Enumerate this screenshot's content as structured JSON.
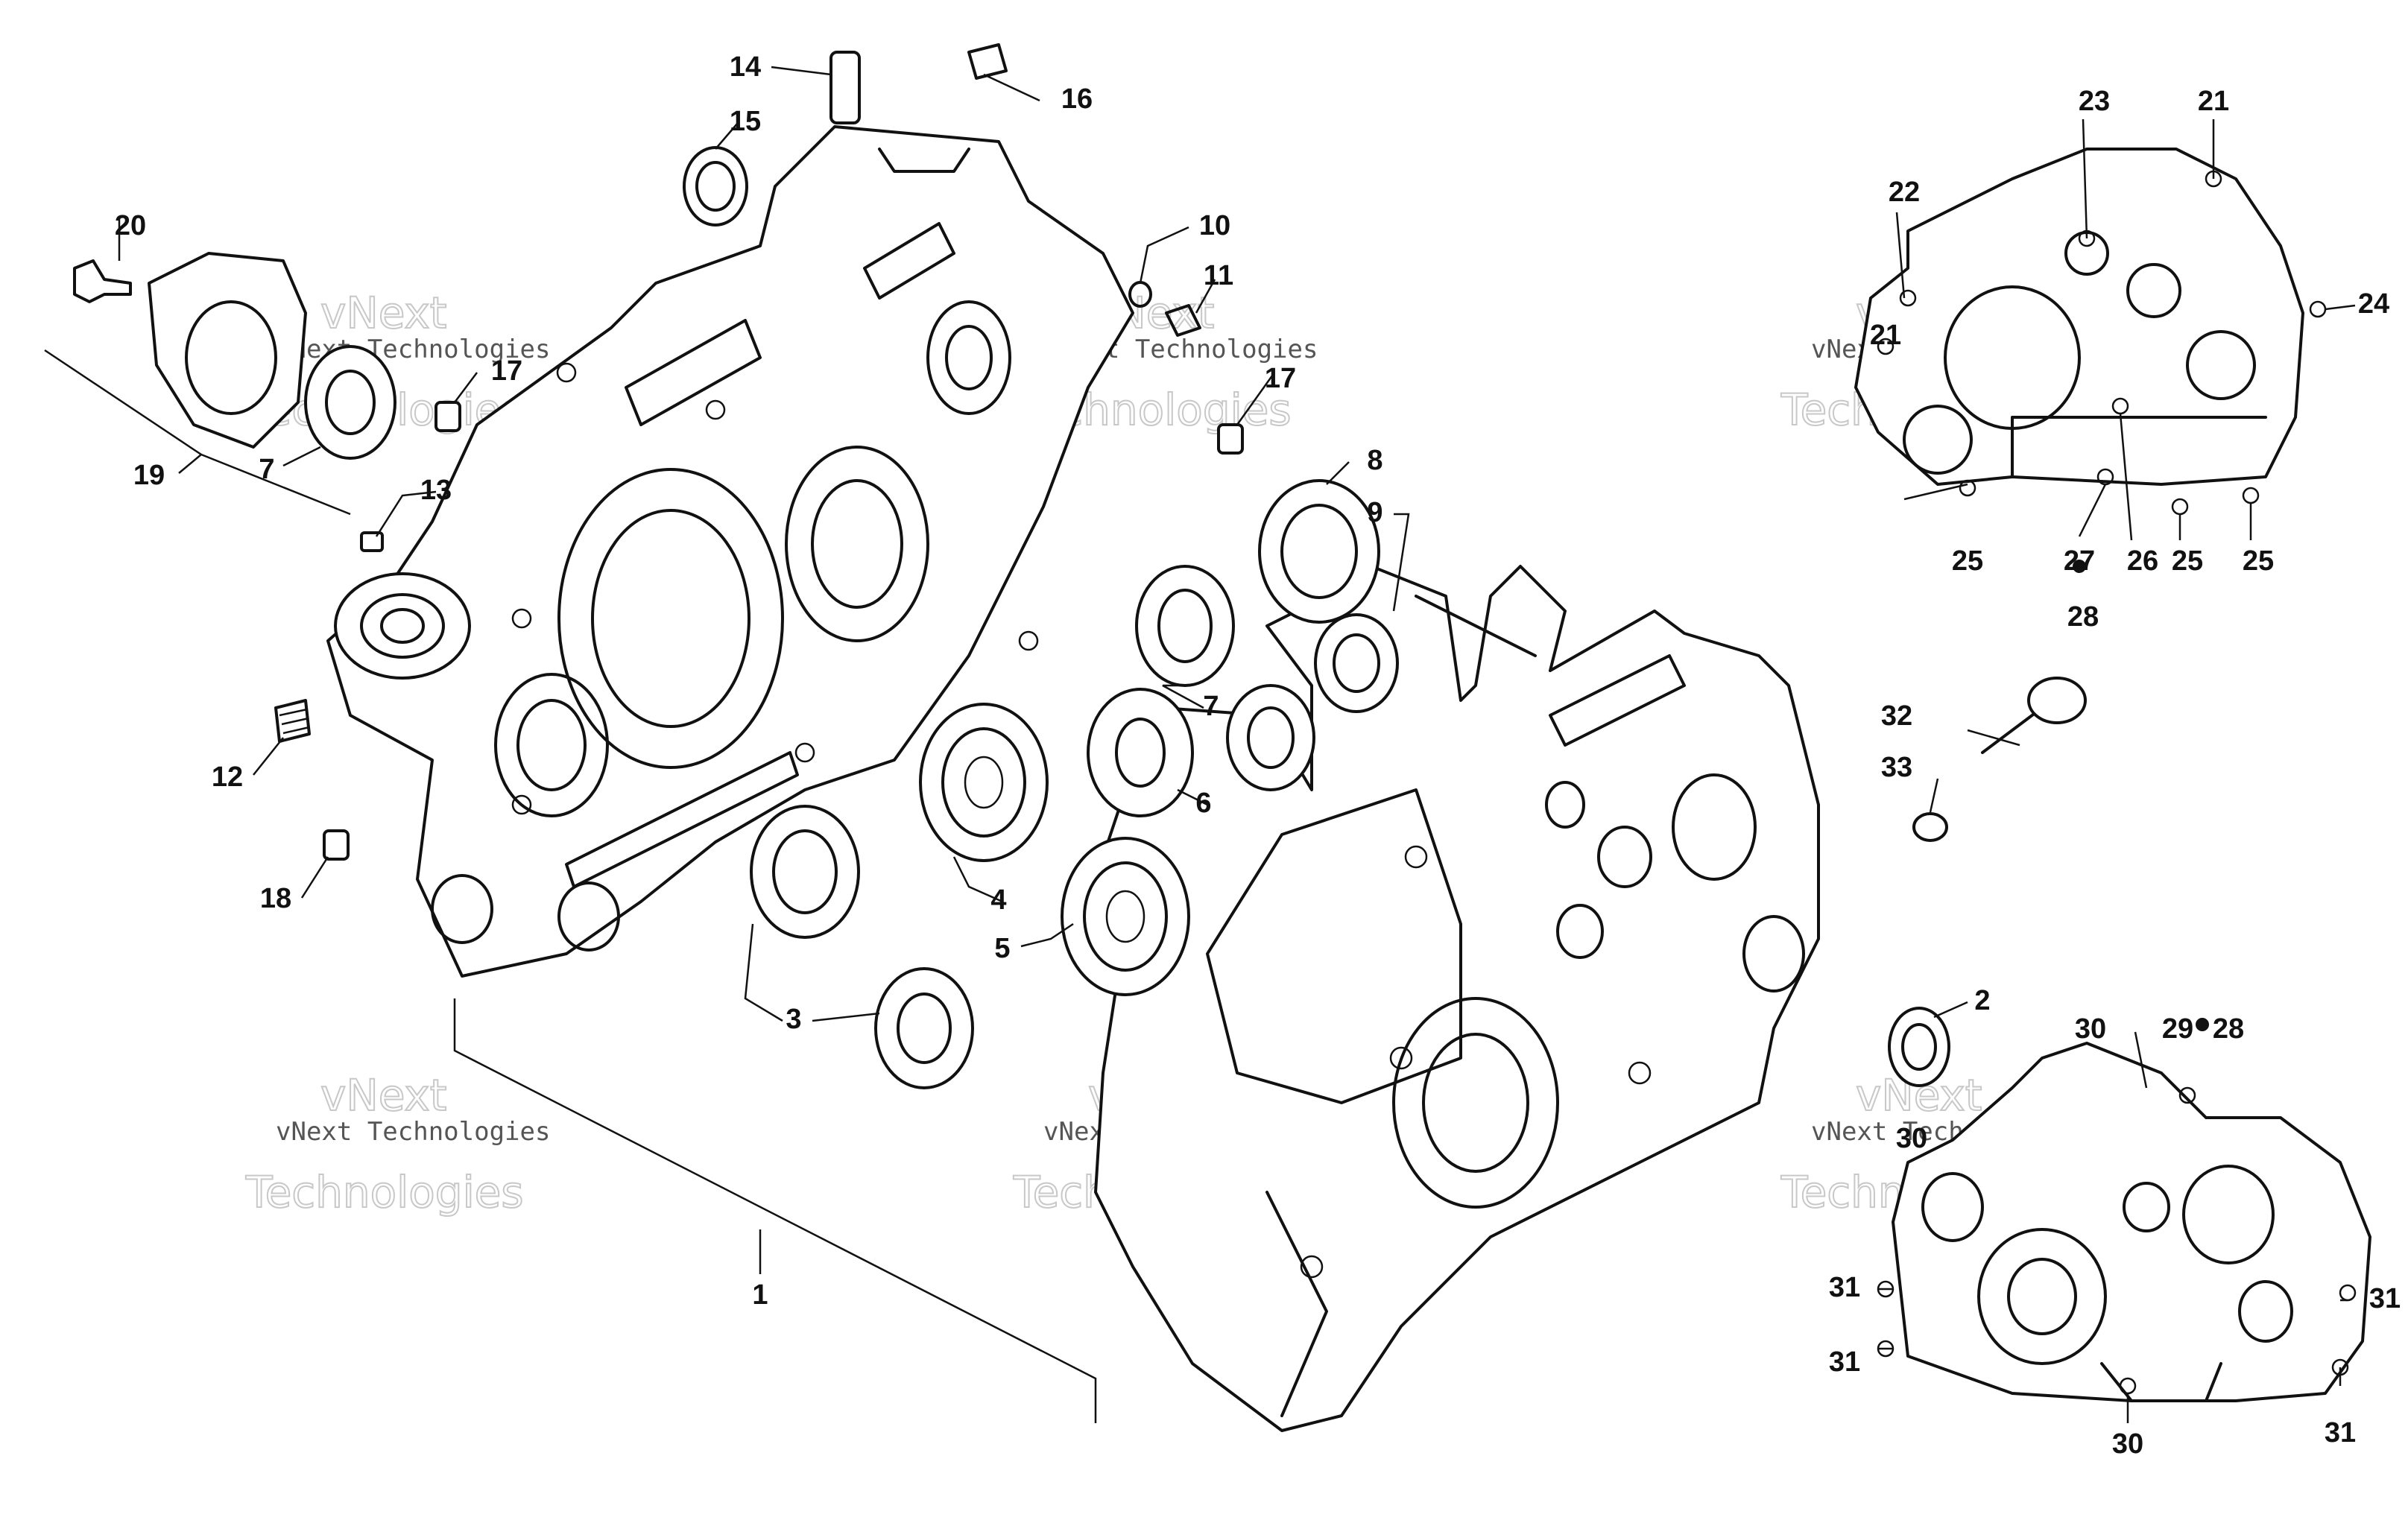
{
  "callouts": [
    {
      "id": "14",
      "label": "14"
    },
    {
      "id": "16",
      "label": "16"
    },
    {
      "id": "15",
      "label": "15"
    },
    {
      "id": "20",
      "label": "20"
    },
    {
      "id": "10",
      "label": "10"
    },
    {
      "id": "11",
      "label": "11"
    },
    {
      "id": "17a",
      "label": "17"
    },
    {
      "id": "17b",
      "label": "17"
    },
    {
      "id": "19",
      "label": "19"
    },
    {
      "id": "7a",
      "label": "7"
    },
    {
      "id": "13",
      "label": "13"
    },
    {
      "id": "8",
      "label": "8"
    },
    {
      "id": "9",
      "label": "9"
    },
    {
      "id": "12",
      "label": "12"
    },
    {
      "id": "7b",
      "label": "7"
    },
    {
      "id": "6",
      "label": "6"
    },
    {
      "id": "18",
      "label": "18"
    },
    {
      "id": "4",
      "label": "4"
    },
    {
      "id": "5",
      "label": "5"
    },
    {
      "id": "3",
      "label": "3"
    },
    {
      "id": "1",
      "label": "1"
    },
    {
      "id": "2",
      "label": "2"
    },
    {
      "id": "32",
      "label": "32"
    },
    {
      "id": "33",
      "label": "33"
    },
    {
      "id": "23",
      "label": "23"
    },
    {
      "id": "21a",
      "label": "21"
    },
    {
      "id": "22",
      "label": "22"
    },
    {
      "id": "24",
      "label": "24"
    },
    {
      "id": "21b",
      "label": "21"
    },
    {
      "id": "25a",
      "label": "25"
    },
    {
      "id": "27",
      "label": "27"
    },
    {
      "id": "26",
      "label": "26"
    },
    {
      "id": "25b",
      "label": "25"
    },
    {
      "id": "25c",
      "label": "25"
    },
    {
      "id": "28a",
      "label": "28"
    },
    {
      "id": "30a",
      "label": "30"
    },
    {
      "id": "29",
      "label": "29"
    },
    {
      "id": "28b",
      "label": "28"
    },
    {
      "id": "30b",
      "label": "30"
    },
    {
      "id": "31a",
      "label": "31"
    },
    {
      "id": "31b",
      "label": "31"
    },
    {
      "id": "31c",
      "label": "31"
    },
    {
      "id": "31d",
      "label": "31"
    },
    {
      "id": "30c",
      "label": "30"
    }
  ],
  "watermark": {
    "line1": "vNext Technologies",
    "line2": "Technologies",
    "line3": "vNext"
  }
}
